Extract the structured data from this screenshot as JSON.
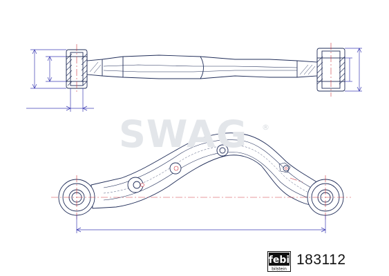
{
  "watermark": {
    "text": "SWAG",
    "registered": "®"
  },
  "logo": {
    "brand": "febi",
    "sub": "bilstein"
  },
  "part_number": "183112",
  "colors": {
    "line": "#1e2b57",
    "dimension": "#3c3cb4",
    "centerline": "#d0323c",
    "watermark": "#e3e6ea"
  }
}
